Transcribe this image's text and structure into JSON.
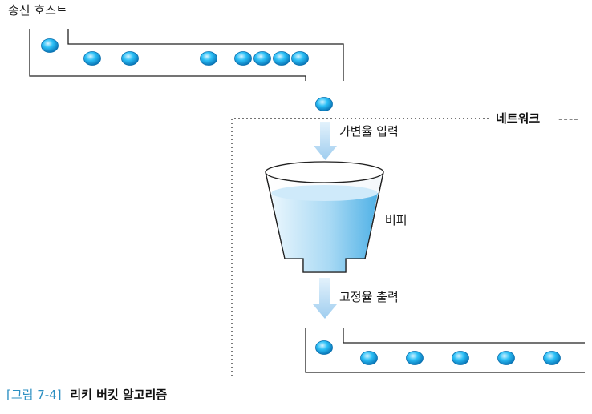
{
  "labels": {
    "sender_host": "송신 호스트",
    "network": "네트워크",
    "network_dash": "----",
    "variable_input": "가변율 입력",
    "buffer": "버퍼",
    "fixed_output": "고정율 출력"
  },
  "caption": {
    "number": "[그림 7-4]",
    "title": "리키 버킷 알고리즘"
  },
  "colors": {
    "packet_core": "#1fb3f0",
    "packet_edge": "#0a77b8",
    "arrow": "#a9d4f2",
    "water": "#8ccbef",
    "line": "#222222",
    "caption_number": "#2b8fc2"
  }
}
